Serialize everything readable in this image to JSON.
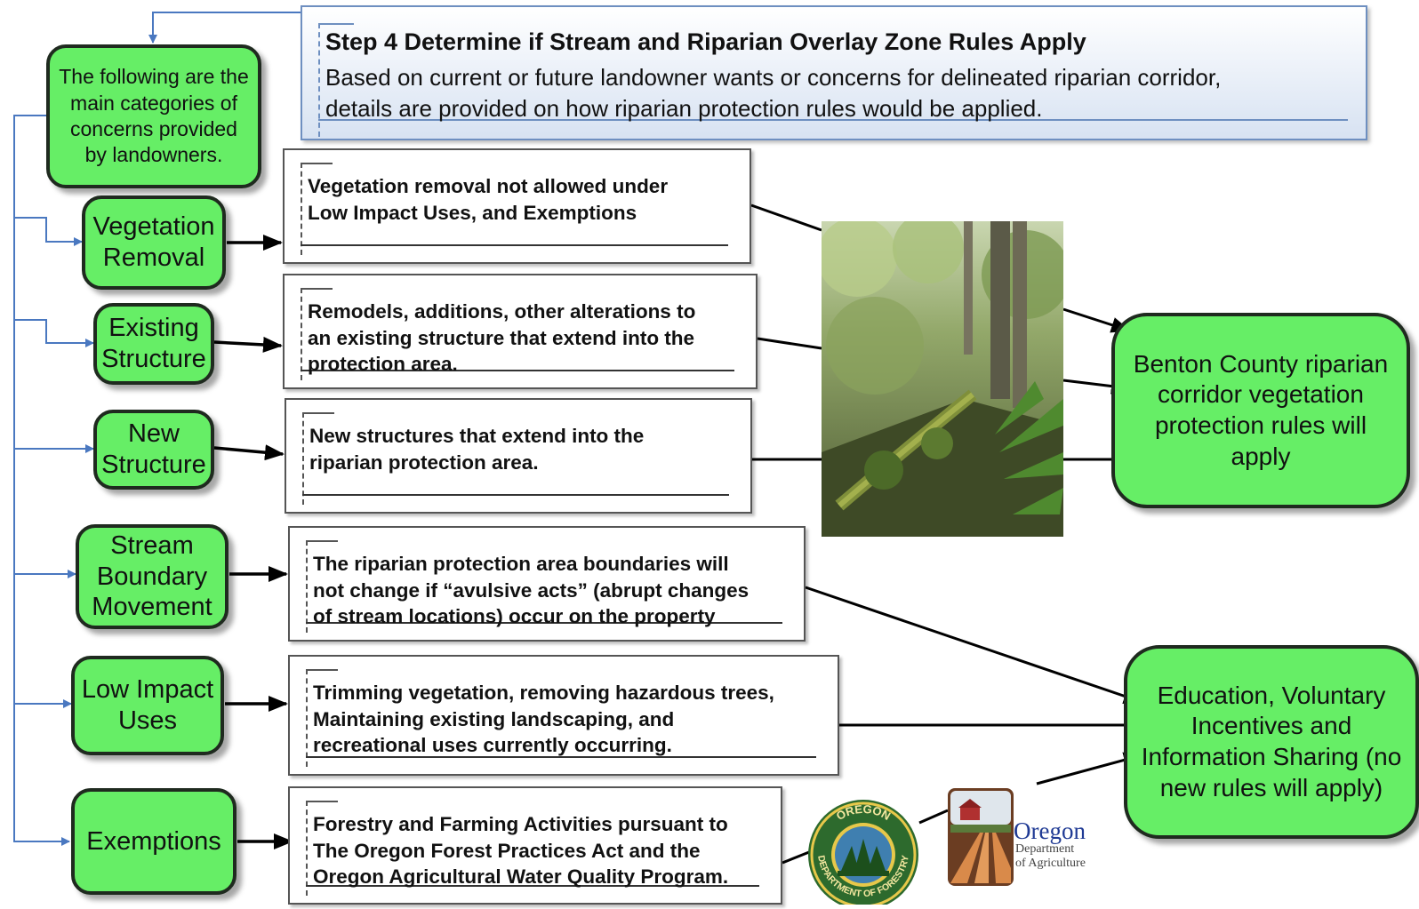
{
  "step": {
    "title": "Step 4 Determine if Stream and Riparian Overlay Zone Rules Apply",
    "description": "Based on current or future landowner wants or concerns for delineated riparian corridor,\n details are provided on how riparian protection rules would be applied."
  },
  "intro": "The following are the main categories of concerns provided by landowners.",
  "categories": [
    {
      "label": "Vegetation Removal",
      "detail": "Vegetation removal not allowed under\nLow Impact Uses, and Exemptions"
    },
    {
      "label": "Existing Structure",
      "detail": "Remodels, additions, other alterations to\nan existing structure that extend into the\nprotection area."
    },
    {
      "label": "New Structure",
      "detail": "New structures that extend into the\nriparian protection area."
    },
    {
      "label": "Stream Boundary Movement",
      "detail": "The riparian protection area boundaries will\nnot change if “avulsive acts” (abrupt changes\nof stream locations) occur on the property"
    },
    {
      "label": "Low Impact Uses",
      "detail": "Trimming vegetation, removing hazardous trees,\nMaintaining existing landscaping, and\nrecreational uses currently occurring."
    },
    {
      "label": "Exemptions",
      "detail": "Forestry and Farming Activities pursuant to\nThe Oregon Forest Practices Act and the\nOregon Agricultural Water Quality Program."
    }
  ],
  "outcomes": {
    "rules_apply": "Benton County riparian corridor vegetation protection rules will apply",
    "no_rules": "Education, Voluntary Incentives and Information Sharing (no new rules will apply)"
  },
  "logos": {
    "odf_top": "OREGON",
    "odf_bottom": "DEPARTMENT OF FORESTRY",
    "oda_name": "Oregon",
    "oda_line1": "Department",
    "oda_line2": "of Agriculture"
  },
  "colors": {
    "box_fill": "#66ee66",
    "connector_blue": "#4a78c0",
    "arrow_black": "#000000"
  }
}
